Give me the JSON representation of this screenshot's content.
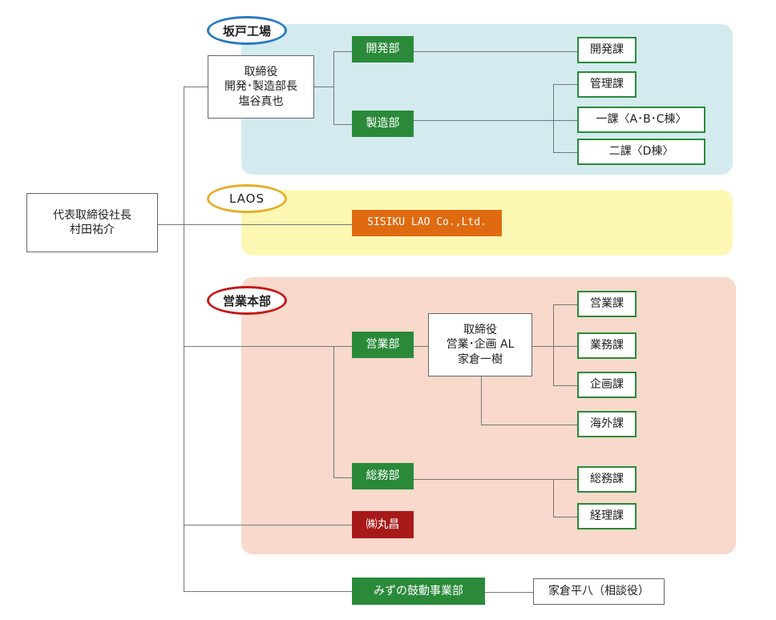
{
  "colors": {
    "panel_blue": "#d3ebef",
    "panel_yellow": "#fdf7b4",
    "panel_salmon": "#f8d9cb",
    "dept_green": "#2a8a3a",
    "laos_orange": "#e06a10",
    "marusho_red": "#a81a1a",
    "oval_blue": "#2a7ac2",
    "oval_yellow": "#e3ae2a",
    "oval_red": "#c21a1a"
  },
  "groups": {
    "sakado": "坂戸工場",
    "laos": "LAOS",
    "sales": "営業本部"
  },
  "president": {
    "line1": "代表取締役社長",
    "line2": "村田祐介"
  },
  "sakado_director": {
    "line1": "取締役",
    "line2": "開発･製造部長",
    "line3": "塩谷真也"
  },
  "sales_director": {
    "line1": "取締役",
    "line2": "営業･企画 AL",
    "line3": "家倉一樹"
  },
  "departments": {
    "development": "開発部",
    "manufacturing": "製造部",
    "laos_company": "SISIKU LAO Co.,Ltd.",
    "sales": "営業部",
    "general_affairs": "総務部",
    "marusho": "㈱丸昌",
    "mizuno": "みずの鼓動事業部"
  },
  "sections": {
    "dev": "開発課",
    "mgmt": "管理課",
    "ika": "一課〈A･B･C棟〉",
    "nika": "二課〈D棟〉",
    "eigyo": "営業課",
    "gyomu": "業務課",
    "kikaku": "企画課",
    "kaigai": "海外課",
    "somu": "総務課",
    "keiri": "経理課"
  },
  "advisor": "家倉平八（相談役）"
}
